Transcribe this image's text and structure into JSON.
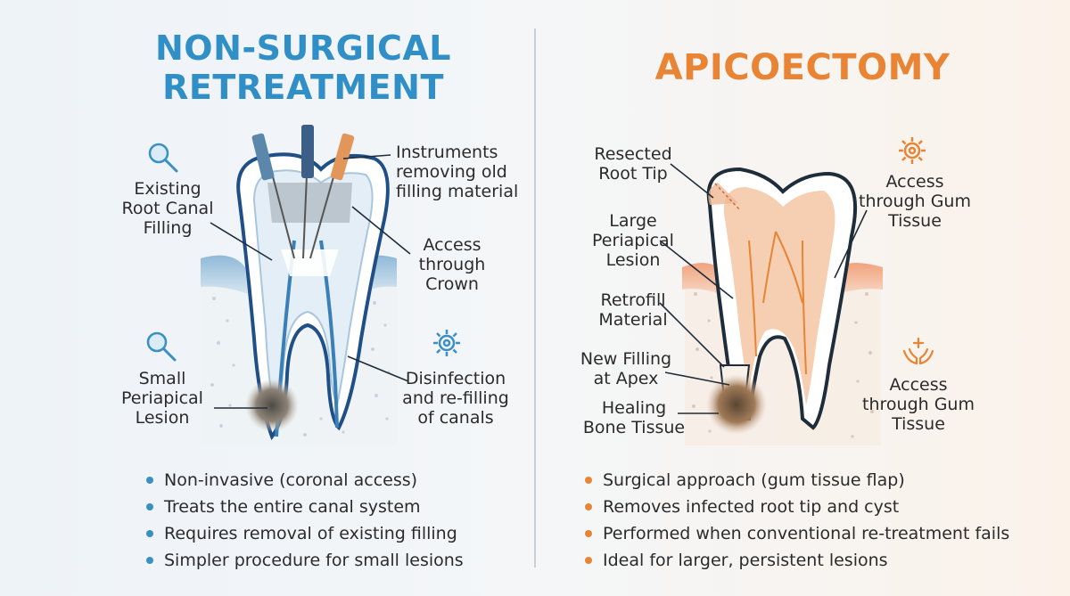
{
  "left": {
    "title": "NON-SURGICAL\nRETREATMENT",
    "labels": {
      "existing_filling": "Existing\nRoot Canal\nFilling",
      "instruments": "Instruments\nremoving old\nfilling material",
      "access_crown": "Access\nthrough\nCrown",
      "small_lesion": "Small\nPeriapical\nLesion",
      "disinfection": "Disinfection\nand re-filling\nof canals"
    },
    "bullets": [
      "Non-invasive (coronal access)",
      "Treats the entire canal system",
      "Requires removal of existing filling",
      "Simpler procedure for small lesions"
    ]
  },
  "right": {
    "title": "APICOECTOMY",
    "labels": {
      "resected_tip": "Resected\nRoot Tip",
      "large_lesion": "Large\nPeriapical\nLesion",
      "retrofill": "Retrofill\nMaterial",
      "new_filling": "New Filling\nat Apex",
      "healing_bone": "Healing\nBone Tissue",
      "access_gum_top": "Access\nthrough Gum\nTissue",
      "access_gum_bottom": "Access\nthrough Gum\nTissue"
    },
    "bullets": [
      "Surgical approach (gum tissue flap)",
      "Removes infected root tip and cyst",
      "Performed when conventional re-treatment fails",
      "Ideal for larger, persistent lesions"
    ]
  },
  "colors": {
    "blue_accent": "#2f8fc6",
    "orange_accent": "#e88434",
    "text": "#2b2b2b"
  },
  "icons": {
    "left_top": "magnifier-icon",
    "left_bottom": "magnifier-icon",
    "left_right": "gear-icon",
    "right_top": "gear-icon",
    "right_bottom": "hands-plus-icon"
  }
}
